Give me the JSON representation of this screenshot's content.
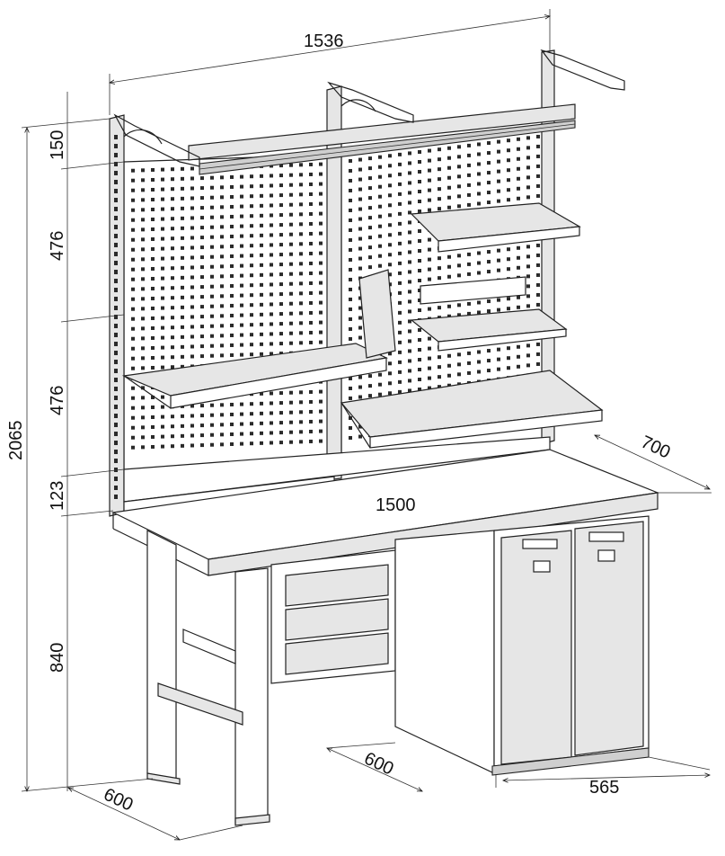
{
  "drawing": {
    "subject": "workbench with perforated tool panels",
    "dimensions": {
      "overall_width": "1536",
      "top_width": "1500",
      "depth": "700",
      "total_height": "2065",
      "rail_height": "150",
      "upper_panel_height": "476",
      "lower_panel_height": "476",
      "bottom_strip_height": "123",
      "bench_height": "840",
      "leg_depth": "600",
      "cabinet_depth": "600",
      "cabinet_width": "565"
    },
    "colors": {
      "line": "#222222",
      "panel_fill": "#e6e6e6",
      "background": "#ffffff"
    }
  }
}
